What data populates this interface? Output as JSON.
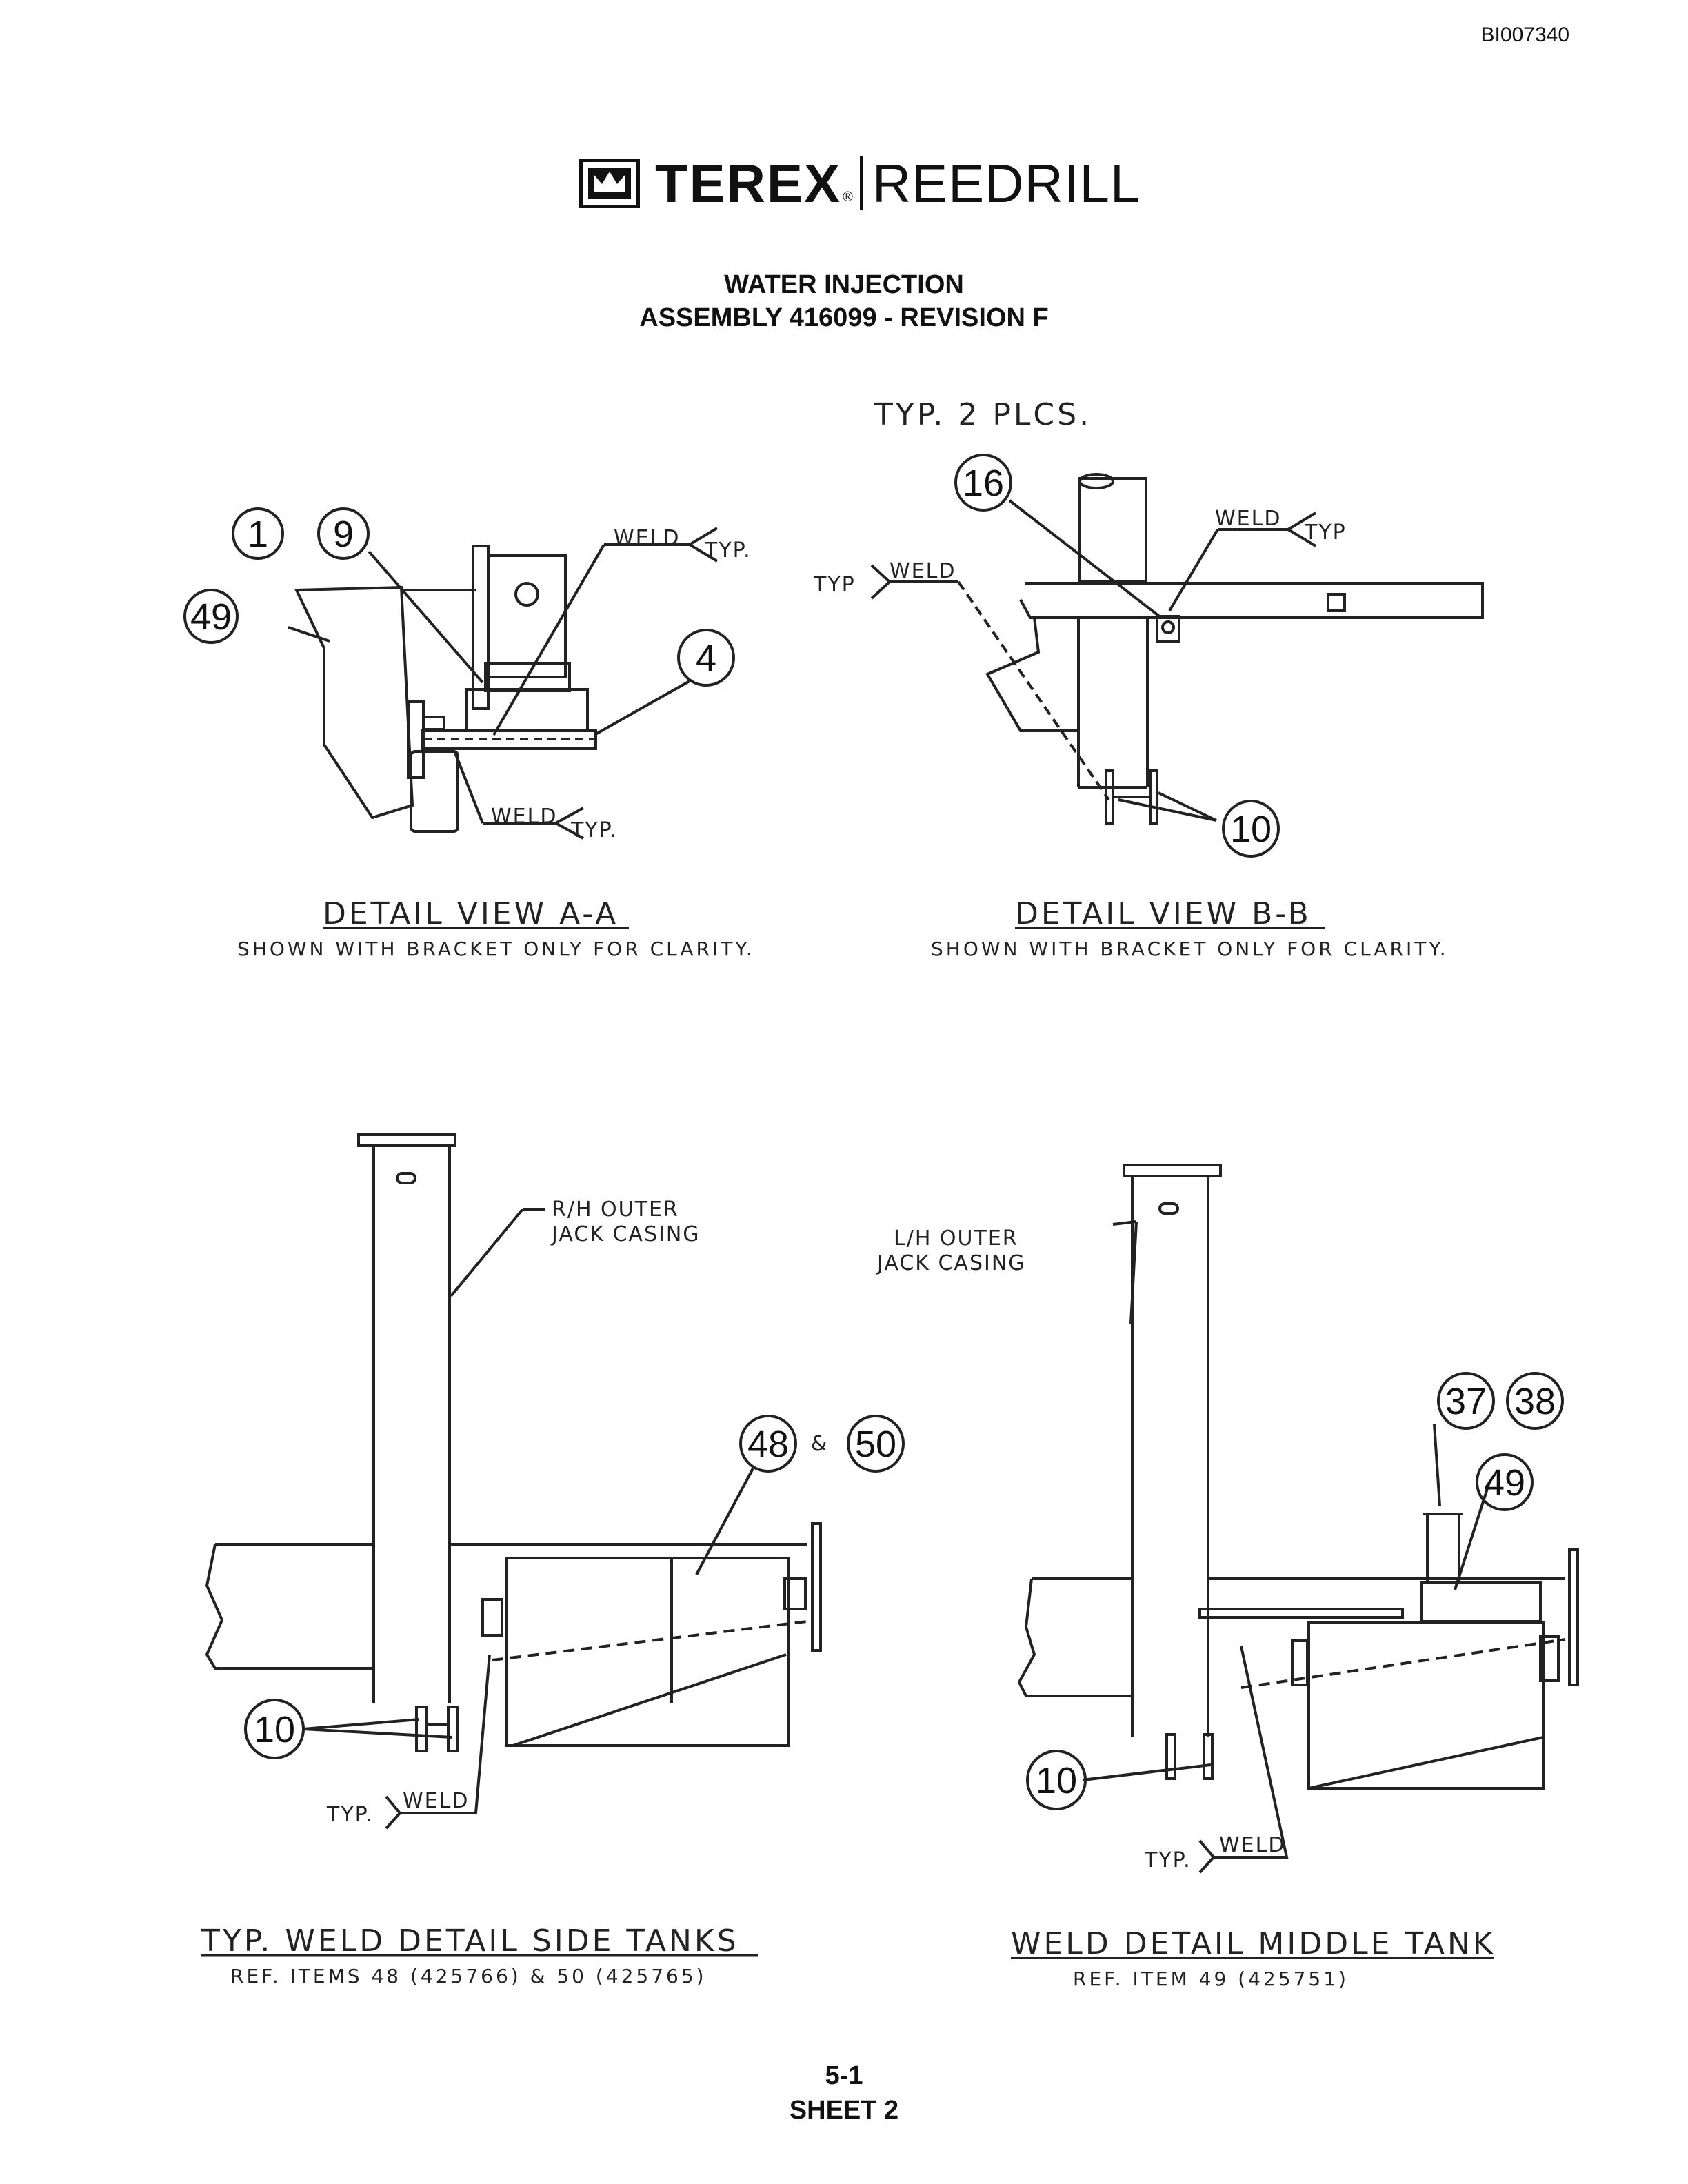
{
  "doc_number": "BI007340",
  "brand": {
    "name1": "TEREX",
    "reg": "®",
    "name2": "REEDRILL"
  },
  "title": {
    "line1": "WATER INJECTION",
    "line2": "ASSEMBLY 416099 - REVISION F"
  },
  "footer": {
    "page": "5-1",
    "sheet": "SHEET 2"
  },
  "labels": {
    "weld": "WELD",
    "typ_dot": "TYP.",
    "typ": "TYP",
    "typ_2_plcs": "TYP. 2 PLCS.",
    "rh_outer": "R/H OUTER",
    "jack_casing": "JACK CASING",
    "lh_outer": "L/H OUTER",
    "amp": "&"
  },
  "views": [
    {
      "title": "DETAIL VIEW A-A",
      "subtitle": "SHOWN WITH BRACKET ONLY FOR CLARITY."
    },
    {
      "title": "DETAIL VIEW B-B",
      "subtitle": "SHOWN WITH BRACKET ONLY FOR CLARITY."
    },
    {
      "title": "TYP. WELD DETAIL SIDE TANKS",
      "subtitle": "REF. ITEMS 48 (425766) & 50 (425765)"
    },
    {
      "title": "WELD DETAIL MIDDLE TANK",
      "subtitle": "REF. ITEM 49 (425751)"
    }
  ],
  "balloons": {
    "a_1": "1",
    "a_9": "9",
    "a_49": "49",
    "a_4": "4",
    "b_16": "16",
    "b_10": "10",
    "c_48": "48",
    "c_50": "50",
    "c_10": "10",
    "d_37": "37",
    "d_38": "38",
    "d_49": "49",
    "d_10": "10"
  }
}
